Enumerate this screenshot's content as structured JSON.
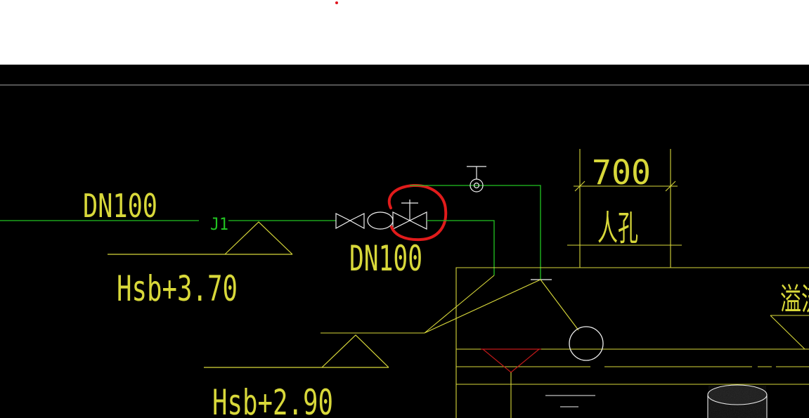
{
  "colors": {
    "background": "#000000",
    "green": "#22c422",
    "yellow": "#d8d83a",
    "red_markup": "#e11b1b",
    "red_line": "#c21a1a",
    "white": "#f0f0f0",
    "gray_line": "#a8a8a8"
  },
  "labels": {
    "pipe_size_main": "DN100",
    "pipe_id": "J1",
    "elevation_upper": "Hsb+3.70",
    "valve_size": "DN100",
    "elevation_lower": "Hsb+2.90",
    "dimension": "700",
    "manhole": "人孔",
    "overflow_partial": "溢流"
  },
  "icons": [
    "gate-valve-icon",
    "check-valve-icon",
    "float-valve-icon",
    "vacuum-breaker-icon",
    "float-ball-icon",
    "elevation-marker-icon",
    "water-level-marker-icon",
    "overflow-funnel-icon"
  ]
}
